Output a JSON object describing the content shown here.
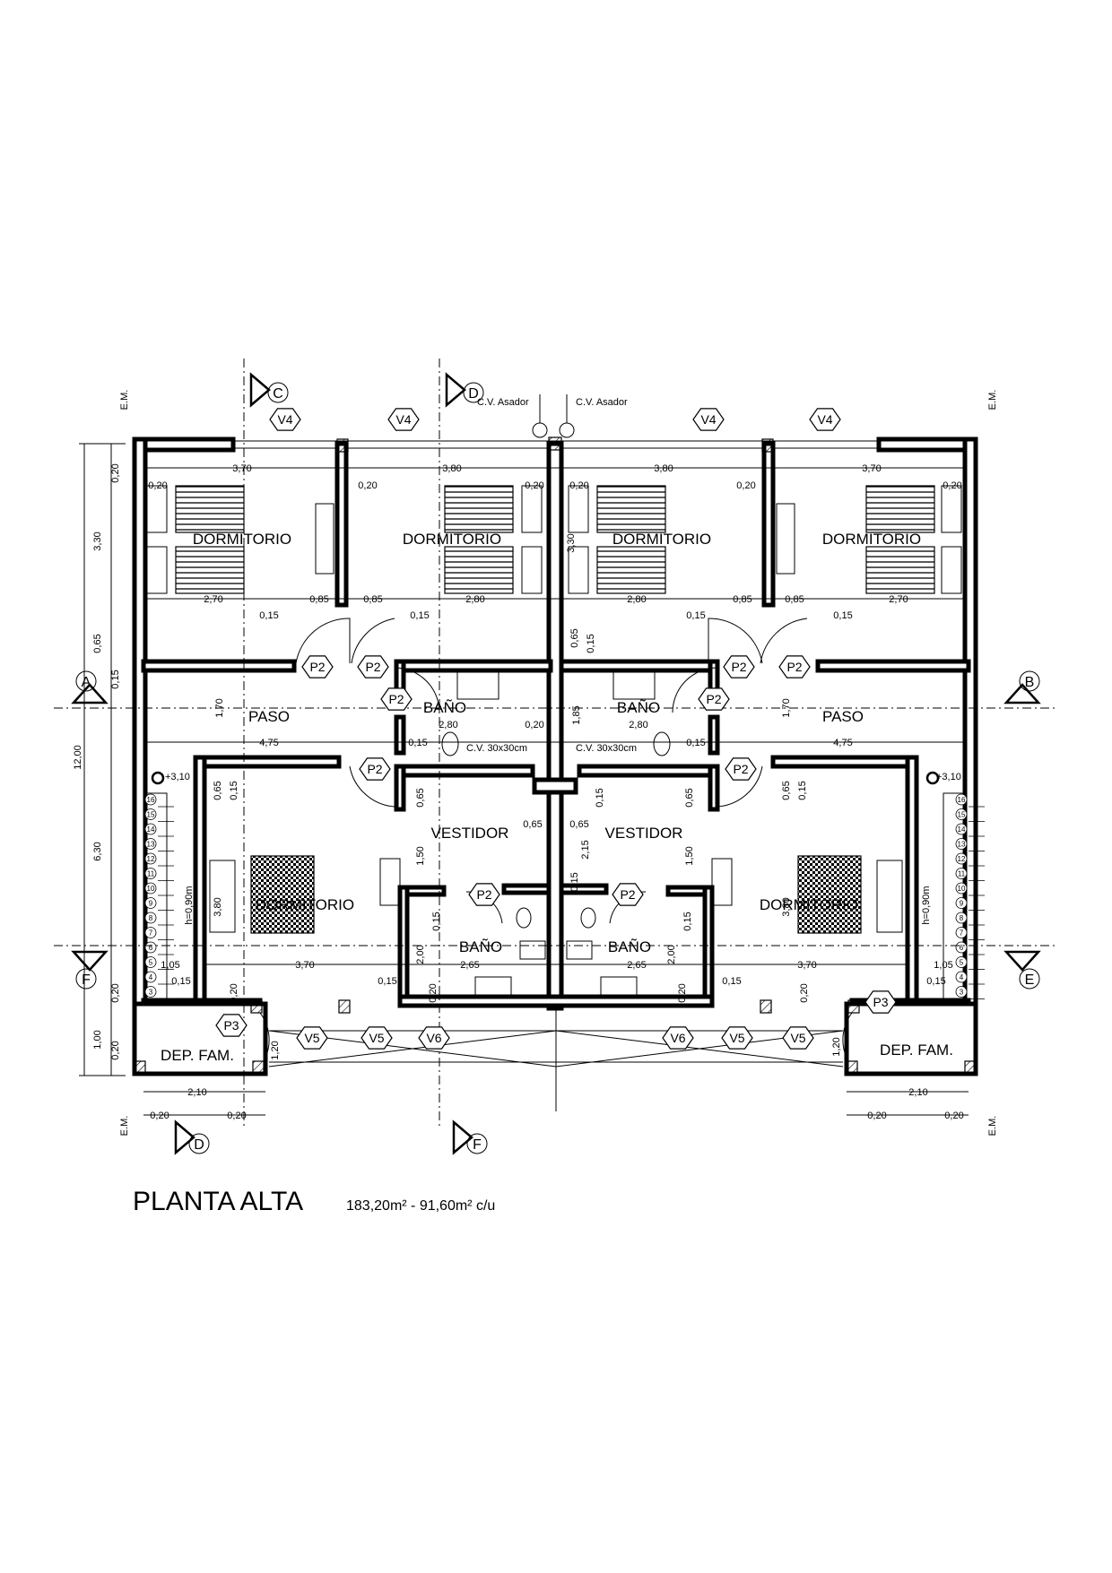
{
  "rooms": {
    "dormitorio": "DORMITORIO",
    "paso": "PASO",
    "bano": "BAÑO",
    "vestidor": "VESTIDOR",
    "dep_fam": "DEP. FAM."
  },
  "tags": {
    "v4": "V4",
    "v5": "V5",
    "v6": "V6",
    "p2": "P2",
    "p3": "P3"
  },
  "labels": {
    "cv_asador": "C.V. Asador",
    "cv_30": "C.V. 30x30cm",
    "em": "E.M.",
    "level": "+3,10",
    "stair_height": "h=0,90m"
  },
  "sections": [
    "A",
    "B",
    "C",
    "D",
    "E",
    "F"
  ],
  "dims": {
    "d370": "3,70",
    "d380": "3,80",
    "d020": "0,20",
    "d270": "2,70",
    "d280": "2,80",
    "d015": "0,15",
    "d085": "0,85",
    "d065": "0,65",
    "d170": "1,70",
    "d475": "4,75",
    "d185": "1,85",
    "d150": "1,50",
    "d215": "2,15",
    "d200": "2,00",
    "d265": "2,65",
    "d105": "1,05",
    "d120": "1,20",
    "d210": "2,10",
    "d330": "3,30",
    "d1200": "12,00",
    "d630": "6,30",
    "d100": "1,00"
  },
  "stair_steps": [
    "16",
    "15",
    "14",
    "13",
    "12",
    "11",
    "10",
    "9",
    "8",
    "7",
    "6",
    "5",
    "4",
    "3"
  ],
  "title": {
    "main": "PLANTA ALTA",
    "area": "183,20m² - 91,60m² c/u"
  }
}
